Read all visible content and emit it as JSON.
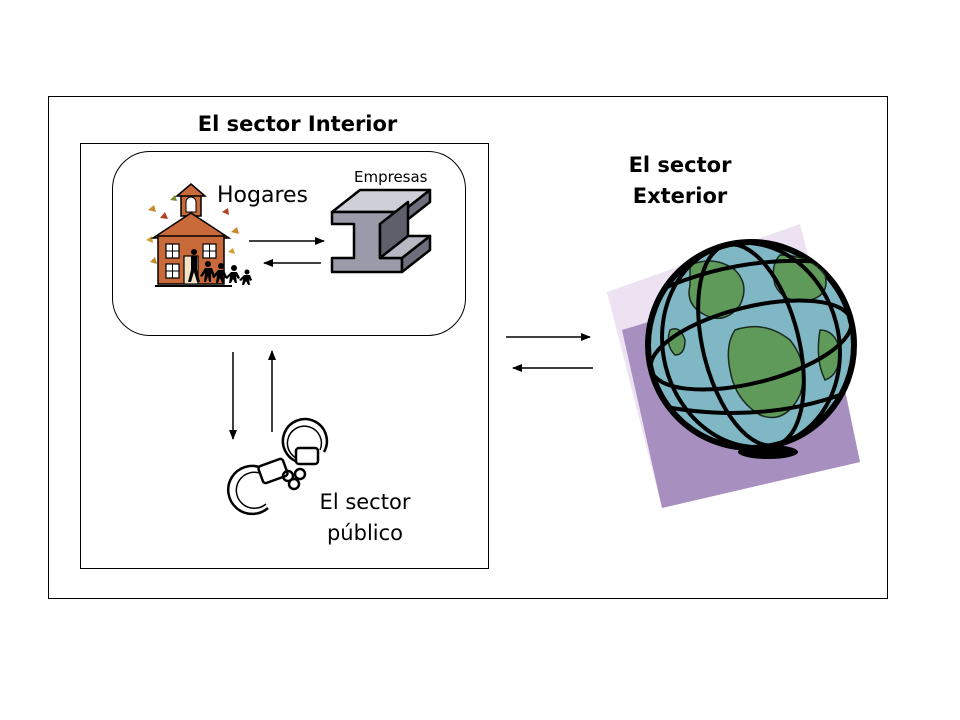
{
  "diagram": {
    "outer_label_interior": "El sector Interior",
    "outer_label_exterior_line1": "El sector",
    "outer_label_exterior_line2": "Exterior",
    "hogares_label": "Hogares",
    "empresas_label": "Empresas",
    "publico_line1": "El sector",
    "publico_line2": "público"
  },
  "icons": {
    "hogares": "school-house-icon",
    "empresas": "steel-beam-icon",
    "publico": "handcuffs-icon",
    "exterior": "globe-icon"
  },
  "colors": {
    "house": "#c96a3a",
    "globe_ocean": "#7fb8c4",
    "globe_land": "#5f9a5a",
    "globe_card": "#a78fc0",
    "beam": "#9a9aa8"
  }
}
